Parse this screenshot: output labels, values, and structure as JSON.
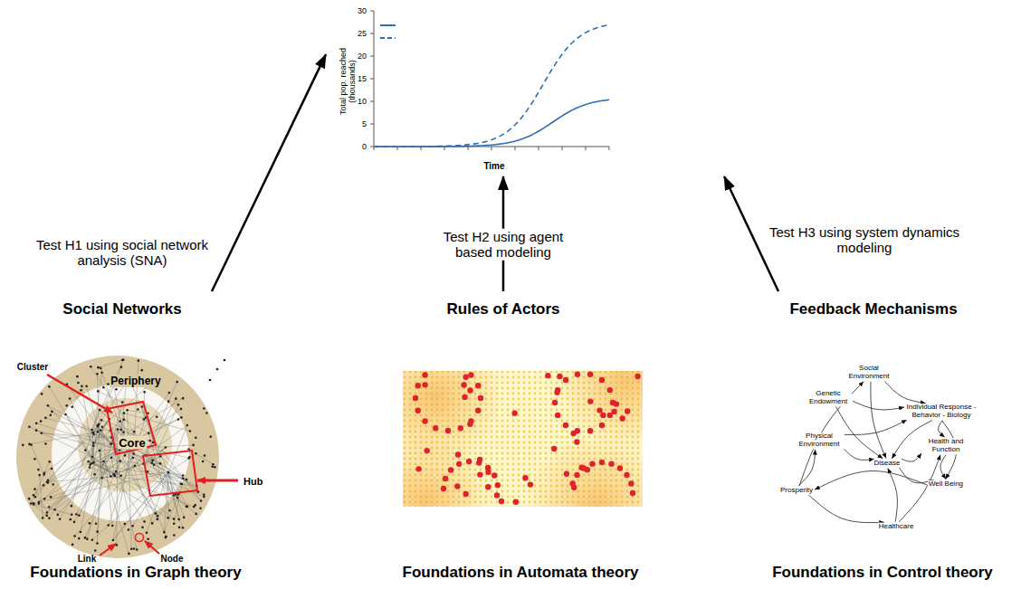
{
  "diagram": {
    "nodes": [
      {
        "text": [
          "Total pop. reached (thousands)",
          "Time"
        ]
      },
      {
        "text": [
          "Social Networks",
          "Foundations in Graph theory"
        ]
      },
      {
        "text": [
          "Rules of Actors",
          "Foundations in Automata theory"
        ]
      },
      {
        "text": [
          "Feedback Mechanisms",
          "Foundations in Control theory"
        ]
      },
      {
        "text": [
          "Social Environment"
        ],
        "in": 3
      },
      {
        "text": [
          "Genetic Endowment"
        ],
        "in": 3
      },
      {
        "text": [
          "Individual Response - Behavior - Biology"
        ],
        "in": 3
      },
      {
        "text": [
          "Physical Environment"
        ],
        "in": 3
      },
      {
        "text": [
          "Health and Function"
        ],
        "in": 3
      },
      {
        "text": [
          "Disease"
        ],
        "in": 3
      },
      {
        "text": [
          "Prosperity"
        ],
        "in": 3
      },
      {
        "text": [
          "Well Being"
        ],
        "in": 3
      },
      {
        "text": [
          "Healthcare"
        ],
        "in": 3
      }
    ],
    "edges": [
      {
        "from": 1,
        "to": 0,
        "label": "Test H1 using social network analysis (SNA)",
        "arrow": "to"
      },
      {
        "from": 2,
        "to": 0,
        "label": "Test H2 using agent based modeling",
        "arrow": "to"
      },
      {
        "from": 3,
        "to": 0,
        "label": "Test H3 using system dynamics modeling",
        "arrow": "to"
      },
      {
        "from": 4,
        "to": 6,
        "arrow": "to"
      },
      {
        "from": 4,
        "to": 9,
        "arrow": "to"
      },
      {
        "from": 5,
        "to": 6,
        "arrow": "to"
      },
      {
        "from": 5,
        "to": 9,
        "arrow": "to"
      },
      {
        "from": 7,
        "to": 9,
        "arrow": "to"
      },
      {
        "from": 7,
        "to": 6,
        "arrow": "to"
      },
      {
        "from": 6,
        "to": 9,
        "arrow": "to"
      },
      {
        "from": 6,
        "to": 8,
        "arrow": "to"
      },
      {
        "from": 6,
        "to": 11,
        "arrow": "to"
      },
      {
        "from": 9,
        "to": 8,
        "arrow": "to"
      },
      {
        "from": 8,
        "to": 11,
        "arrow": "to"
      },
      {
        "from": 9,
        "to": 11,
        "arrow": "to"
      },
      {
        "from": 12,
        "to": 9,
        "arrow": "to"
      },
      {
        "from": 12,
        "to": 8,
        "arrow": "to"
      },
      {
        "from": 10,
        "to": 4,
        "arrow": "to"
      },
      {
        "from": 10,
        "to": 7,
        "arrow": "to"
      },
      {
        "from": 10,
        "to": 12,
        "arrow": "to"
      },
      {
        "from": 11,
        "to": 10,
        "arrow": "to"
      }
    ],
    "labels": [
      "30",
      "25",
      "20",
      "15",
      "10",
      "5",
      "0",
      "Cluster",
      "Periphery",
      "Core",
      "Hub",
      "Link",
      "Node"
    ]
  }
}
